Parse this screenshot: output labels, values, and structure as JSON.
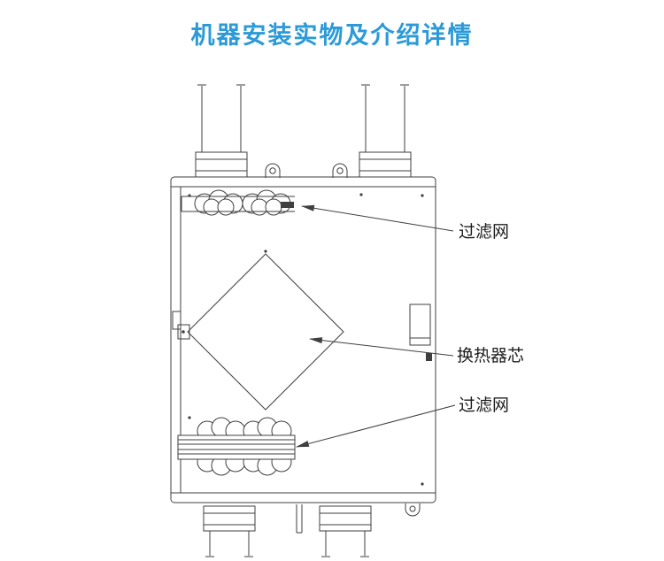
{
  "title": {
    "text": "机器安装实物及介绍详情",
    "color": "#2b9ad7"
  },
  "diagram": {
    "labels": {
      "filter_top": "过滤网",
      "core": "换热器芯",
      "filter_bottom": "过滤网"
    }
  }
}
